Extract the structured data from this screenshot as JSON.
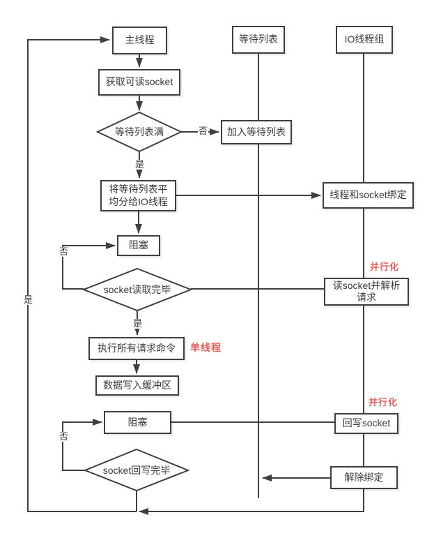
{
  "diagram": {
    "type": "flowchart",
    "language": "zh-CN",
    "colors": {
      "line": "#3f3f3f",
      "annotation_red": "#e9605c",
      "background": "#ffffff"
    },
    "nodes": {
      "main_thread": "主线程",
      "get_readable_socket": "获取可读socket",
      "wait_list_full": "等待列表满",
      "join_wait_list": "加入等待列表",
      "wait_list_header": "等待列表",
      "io_thread_group_header": "IO线程组",
      "distribute_wait_list": "将等待列表平均分给IO线程",
      "bind_thread_socket": "线程和socket绑定",
      "block_1": "阻塞",
      "socket_read_done": "socket读取完毕",
      "read_socket_parse": "读socket并解析请求",
      "exec_all_commands": "执行所有请求命令",
      "write_data_buffer": "数据写入缓冲区",
      "block_2": "阻塞",
      "write_back_socket": "回写socket",
      "socket_writeback_done": "socket回写完毕",
      "unbind": "解除绑定"
    },
    "edge_labels": {
      "yes_after_wait_list_full": "是",
      "no_to_join_wait_list": "否",
      "no_loop_block_1": "否",
      "yes_after_socket_read_done": "是",
      "no_loop_block_2": "否",
      "yes_loop_back_to_main": "是"
    },
    "annotations": {
      "parallel_read": "并行化",
      "single_thread": "单线程",
      "parallel_write": "并行化"
    }
  }
}
